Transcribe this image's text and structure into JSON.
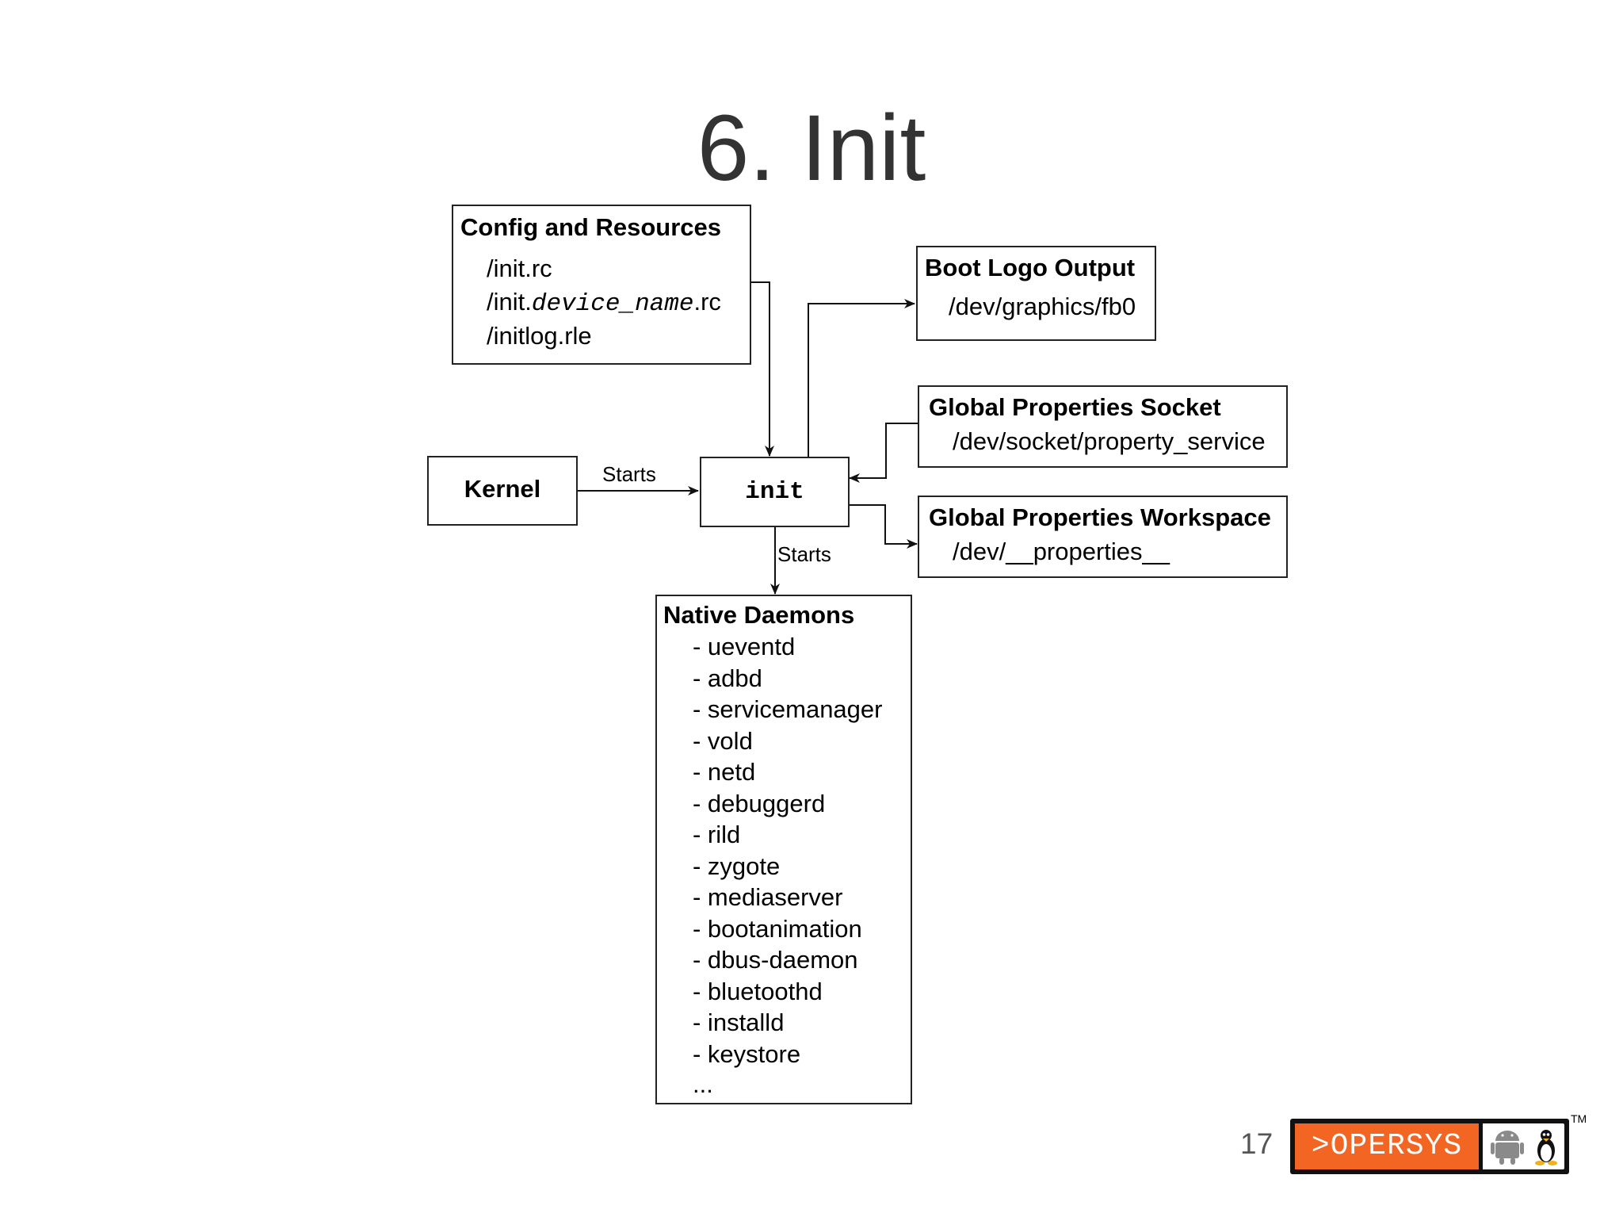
{
  "slide": {
    "title": "6. Init",
    "page_number": "17"
  },
  "diagram": {
    "config": {
      "title": "Config and Resources",
      "line1": "/init.rc",
      "line2_prefix": "/init.",
      "line2_italic": "device_name",
      "line2_suffix": ".rc",
      "line3": "/initlog.rle"
    },
    "boot_logo": {
      "title": "Boot Logo Output",
      "path": "/dev/graphics/fb0"
    },
    "prop_socket": {
      "title": "Global Properties Socket",
      "path": "/dev/socket/property_service"
    },
    "prop_workspace": {
      "title": "Global Properties Workspace",
      "path": "/dev/__properties__"
    },
    "kernel": {
      "label": "Kernel"
    },
    "init": {
      "label": "init"
    },
    "edges": {
      "kernel_to_init": "Starts",
      "init_to_daemons": "Starts"
    },
    "daemons": {
      "title": "Native Daemons",
      "items": [
        "- ueventd",
        "- adbd",
        "- servicemanager",
        "- vold",
        "- netd",
        "- debuggerd",
        "- rild",
        "- zygote",
        "- mediaserver",
        "- bootanimation",
        "- dbus-daemon",
        "- bluetoothd",
        "- installd",
        "- keystore",
        "..."
      ]
    }
  },
  "logo": {
    "text": ">OPERSYS",
    "tm": "TM",
    "icons": [
      "android-icon",
      "tux-icon"
    ]
  },
  "colors": {
    "accent": "#f26522",
    "title": "#333333"
  }
}
